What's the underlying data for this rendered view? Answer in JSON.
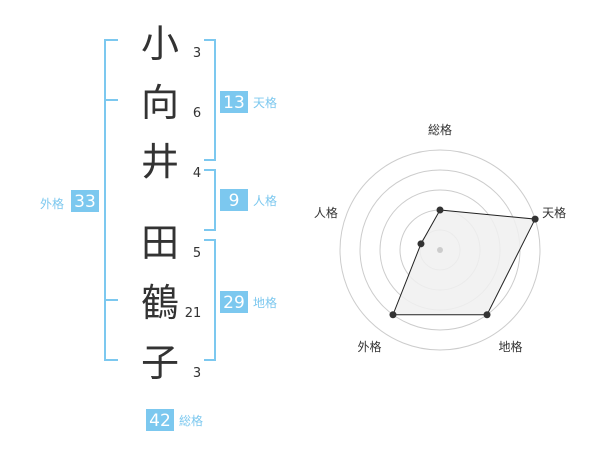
{
  "accent_color": "#7cc8ef",
  "name": {
    "characters": [
      {
        "char": "小",
        "strokes": "3"
      },
      {
        "char": "向",
        "strokes": "6"
      },
      {
        "char": "井",
        "strokes": "4"
      },
      {
        "char": "田",
        "strokes": "5"
      },
      {
        "char": "鶴",
        "strokes": "21"
      },
      {
        "char": "子",
        "strokes": "3"
      }
    ]
  },
  "fortunes": {
    "tenkaku": {
      "value": "13",
      "label": "天格"
    },
    "jinkaku": {
      "value": "9",
      "label": "人格"
    },
    "chikaku": {
      "value": "29",
      "label": "地格"
    },
    "gaikaku": {
      "value": "33",
      "label": "外格"
    },
    "soukaku": {
      "value": "42",
      "label": "総格"
    }
  },
  "radar": {
    "axes": [
      "総格",
      "天格",
      "地格",
      "外格",
      "人格"
    ],
    "values": [
      2,
      5,
      4,
      4,
      1
    ],
    "max": 5,
    "fill_color": "#f0f0f0",
    "line_color": "#222222",
    "ring_color": "#cccccc"
  }
}
